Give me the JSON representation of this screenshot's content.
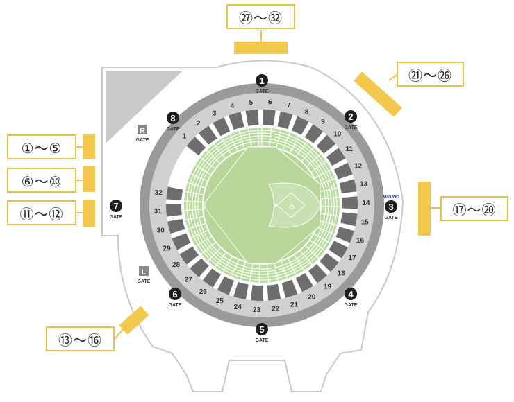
{
  "colors": {
    "field": "#b8d69a",
    "field_line": "#9dbf7c",
    "section_dark": "#6e6e6e",
    "concourse": "#d0d0d0",
    "outer_ring": "#9a9a9a",
    "seat_rows": "#b9dba0",
    "accent_yellow": "#f2c94c",
    "callout_border": "#e8c24a",
    "gate_badge": "#1e1e1e"
  },
  "callouts": {
    "top": "㉗～㉜",
    "upper_right": "㉑～㉖",
    "right": "⑰～⑳",
    "left_1": "①～⑤",
    "left_2": "⑥～⑩",
    "left_3": "⑪～⑫",
    "bottom_left": "⑬～⑯"
  },
  "gates": [
    {
      "number": "1",
      "label": "GATE"
    },
    {
      "number": "2",
      "label": "GATE"
    },
    {
      "number": "3",
      "label": "GATE",
      "sponsor": "MIZUNO"
    },
    {
      "number": "4",
      "label": "GATE"
    },
    {
      "number": "5",
      "label": "GATE"
    },
    {
      "number": "6",
      "label": "GATE"
    },
    {
      "number": "7",
      "label": "GATE"
    },
    {
      "number": "8",
      "label": "GATE"
    }
  ],
  "side_gates": [
    {
      "letter": "R",
      "label": "GATE"
    },
    {
      "letter": "L",
      "label": "GATE"
    }
  ],
  "sections": [
    "1",
    "2",
    "3",
    "4",
    "5",
    "6",
    "7",
    "8",
    "9",
    "10",
    "11",
    "12",
    "13",
    "14",
    "15",
    "16",
    "17",
    "18",
    "19",
    "20",
    "21",
    "22",
    "23",
    "24",
    "25",
    "26",
    "27",
    "28",
    "29",
    "30",
    "31",
    "32"
  ]
}
